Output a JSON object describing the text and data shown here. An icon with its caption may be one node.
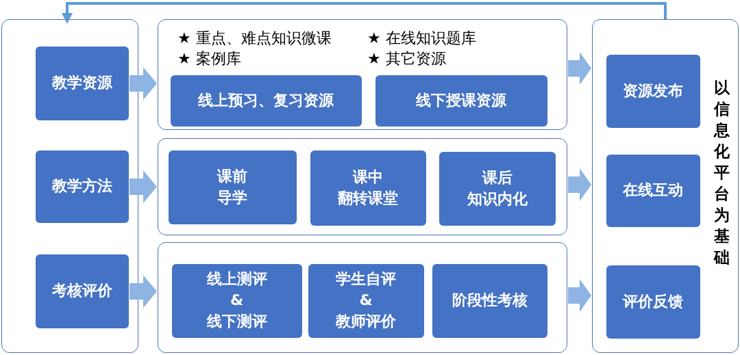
{
  "diagram": {
    "nodes": [
      {
        "text": [],
        "shape": "box"
      },
      {
        "text": [
          "教学资源"
        ],
        "in": 0
      },
      {
        "text": [
          "教学方法"
        ],
        "in": 0
      },
      {
        "text": [
          "考核评价"
        ],
        "in": 0
      },
      {
        "text": [
          "★ 重点、难点知识微课",
          "★ 在线知识题库",
          "★ 案例库",
          "★ 其它资源"
        ]
      },
      {
        "text": [
          "线上预习、复习资源"
        ],
        "in": 4
      },
      {
        "text": [
          "线下授课资源"
        ],
        "in": 4
      },
      {
        "text": [],
        "shape": "box"
      },
      {
        "text": [
          "课前",
          "导学"
        ],
        "in": 7
      },
      {
        "text": [
          "课中",
          "翻转课堂"
        ],
        "in": 7
      },
      {
        "text": [
          "课后",
          "知识内化"
        ],
        "in": 7
      },
      {
        "text": [],
        "shape": "box"
      },
      {
        "text": [
          "线上测评 & 线下测评"
        ],
        "in": 11
      },
      {
        "text": [
          "学生自评 & 教师评价"
        ],
        "in": 11
      },
      {
        "text": [
          "阶段性考核"
        ],
        "in": 11
      },
      {
        "text": [
          "以信息化平台为基础"
        ]
      },
      {
        "text": [
          "资源发布"
        ],
        "in": 15
      },
      {
        "text": [
          "在线互动"
        ],
        "in": 15
      },
      {
        "text": [
          "评价反馈"
        ],
        "in": 15
      }
    ],
    "edges": [
      {
        "from": 1,
        "to": 4,
        "arrow": "to",
        "style": "thick"
      },
      {
        "from": 2,
        "to": 7,
        "arrow": "to",
        "style": "thick"
      },
      {
        "from": 3,
        "to": 11,
        "arrow": "to",
        "style": "thick"
      },
      {
        "from": 4,
        "to": 15,
        "arrow": "to",
        "style": "thick"
      },
      {
        "from": 7,
        "to": 15,
        "arrow": "to",
        "style": "thick"
      },
      {
        "from": 11,
        "to": 15,
        "arrow": "to",
        "style": "thick"
      },
      {
        "from": 15,
        "to": 0,
        "arrow": "to"
      }
    ]
  }
}
